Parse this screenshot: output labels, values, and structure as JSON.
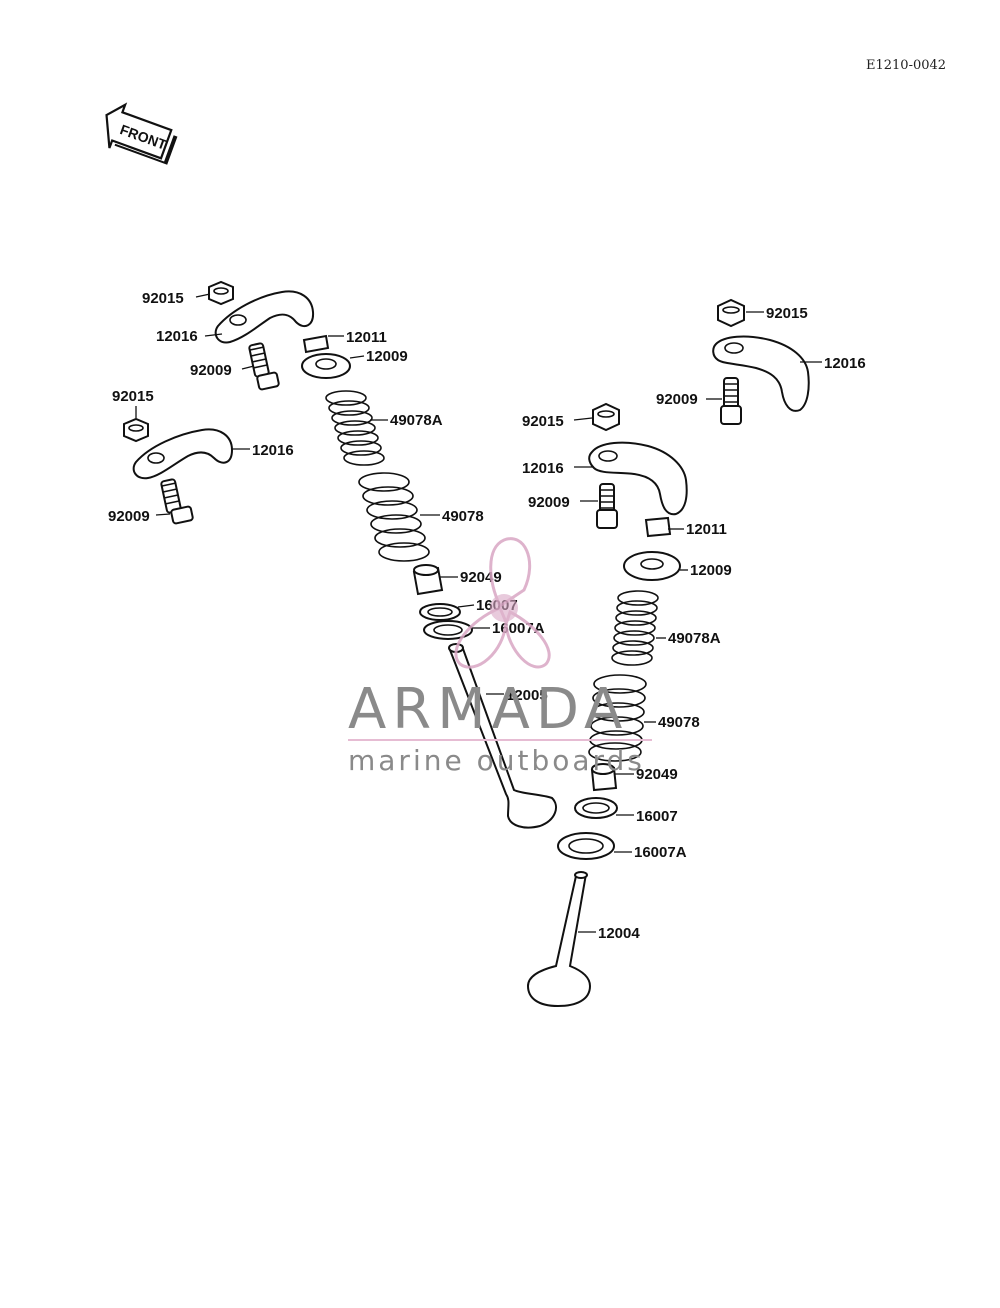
{
  "diagram_code": "E1210-0042",
  "front_label": "FRONT",
  "watermark": {
    "brand": "ARMADA",
    "tagline": "marine outboards",
    "accent": "#d9a6c4",
    "text_color": "#8a8a8a"
  },
  "labels": {
    "lt_nut": "92015",
    "lt_arm": "12016",
    "lt_screw": "92009",
    "lt_cotter": "12011",
    "lt_retainer": "12009",
    "ll_nut": "92015",
    "ll_arm": "12016",
    "ll_screw": "92009",
    "l_spring_inner": "49078A",
    "l_spring_outer": "49078",
    "l_seal": "92049",
    "l_seat": "16007",
    "l_seat_a": "16007A",
    "l_valve": "12005",
    "rt_nut": "92015",
    "rt_arm": "12016",
    "rt_screw": "92009",
    "rm_nut": "92015",
    "rm_arm": "12016",
    "rm_screw": "92009",
    "r_cotter": "12011",
    "r_retainer": "12009",
    "r_spring_inner": "49078A",
    "r_spring_outer": "49078",
    "r_seal": "92049",
    "r_seat": "16007",
    "r_seat_a": "16007A",
    "r_valve": "12004"
  }
}
